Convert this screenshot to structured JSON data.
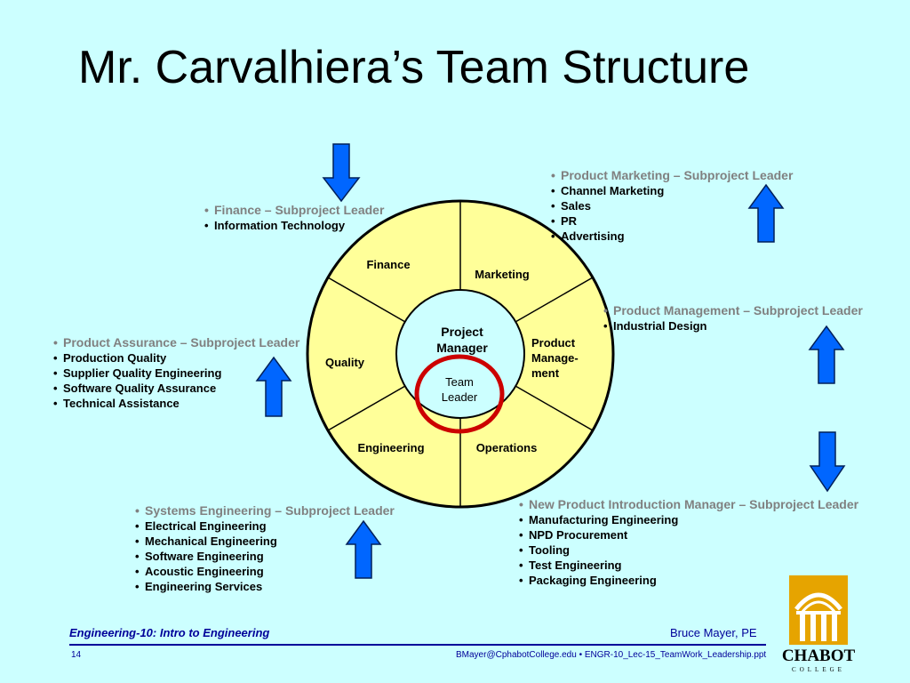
{
  "title": "Mr. Carvalhiera’s Team Structure",
  "wheel": {
    "center": {
      "line1": "Project",
      "line2": "Manager",
      "sub1": "Team",
      "sub2": "Leader"
    },
    "segments": {
      "finance": "Finance",
      "marketing": "Marketing",
      "product_mgmt_1": "Product",
      "product_mgmt_2": "Manage-",
      "product_mgmt_3": "ment",
      "operations": "Operations",
      "engineering": "Engineering",
      "quality": "Quality"
    }
  },
  "finance_block": {
    "head": "Finance – Subproject Leader",
    "items": [
      "Information Technology"
    ]
  },
  "marketing_block": {
    "head": "Product Marketing – Subproject Leader",
    "items": [
      "Channel Marketing",
      "Sales",
      "PR",
      "Advertising"
    ]
  },
  "product_mgmt_block": {
    "head": "Product Management – Subproject Leader",
    "items": [
      "Industrial Design"
    ]
  },
  "quality_block": {
    "head": "Product Assurance – Subproject Leader",
    "items": [
      "Production Quality",
      "Supplier Quality Engineering",
      "Software Quality Assurance",
      "Technical Assistance"
    ]
  },
  "engineering_block": {
    "head": "Systems Engineering – Subproject Leader",
    "items": [
      "Electrical Engineering",
      "Mechanical Engineering",
      "Software Engineering",
      "Acoustic Engineering",
      "Engineering Services"
    ]
  },
  "operations_block": {
    "head": "New Product Introduction Manager – Subproject Leader",
    "items": [
      "Manufacturing Engineering",
      "NPD Procurement",
      "Tooling",
      "Test Engineering",
      "Packaging Engineering"
    ]
  },
  "bullet": "•",
  "footer": {
    "left": "Engineering-10: Intro to Engineering",
    "right": "Bruce Mayer, PE",
    "page": "14",
    "file": "BMayer@CphabotCollege.edu  • ENGR-10_Lec-15_TeamWork_Leadership.ppt"
  },
  "logo": {
    "name": "CHABOT",
    "sub": "COLLEGE"
  },
  "colors": {
    "background": "#ccffff",
    "wheel_fill": "#ffff99",
    "center_fill": "#ccffff",
    "ring": "#cc0000",
    "arrow": "#0066ff",
    "footer_text": "#000099",
    "subhead_gray": "#808080",
    "logo_gold": "#e6a400"
  }
}
